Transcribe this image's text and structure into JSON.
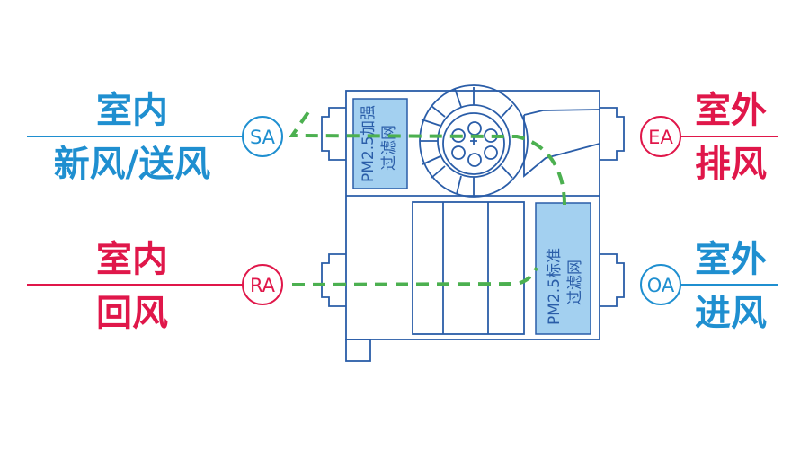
{
  "colors": {
    "indoor_blue": "#1f8fd0",
    "red": "#e0174a",
    "device": "#2a5da8",
    "filter_fill": "#a3d0f0",
    "airflow": "#4cb050"
  },
  "left": {
    "supply": {
      "line1": "室内",
      "line2": "新风/送风",
      "badge": "SA"
    },
    "return": {
      "line1": "室内",
      "line2": "回风",
      "badge": "RA"
    }
  },
  "right": {
    "exhaust": {
      "line1": "室外",
      "line2": "排风",
      "badge": "EA"
    },
    "intake": {
      "line1": "室外",
      "line2": "进风",
      "badge": "OA"
    }
  },
  "device": {
    "top_filter": {
      "line1": "PM2.5加强",
      "line2": "过滤网"
    },
    "bottom_filter": {
      "line1": "PM2.5标准",
      "line2": "过滤网"
    }
  }
}
